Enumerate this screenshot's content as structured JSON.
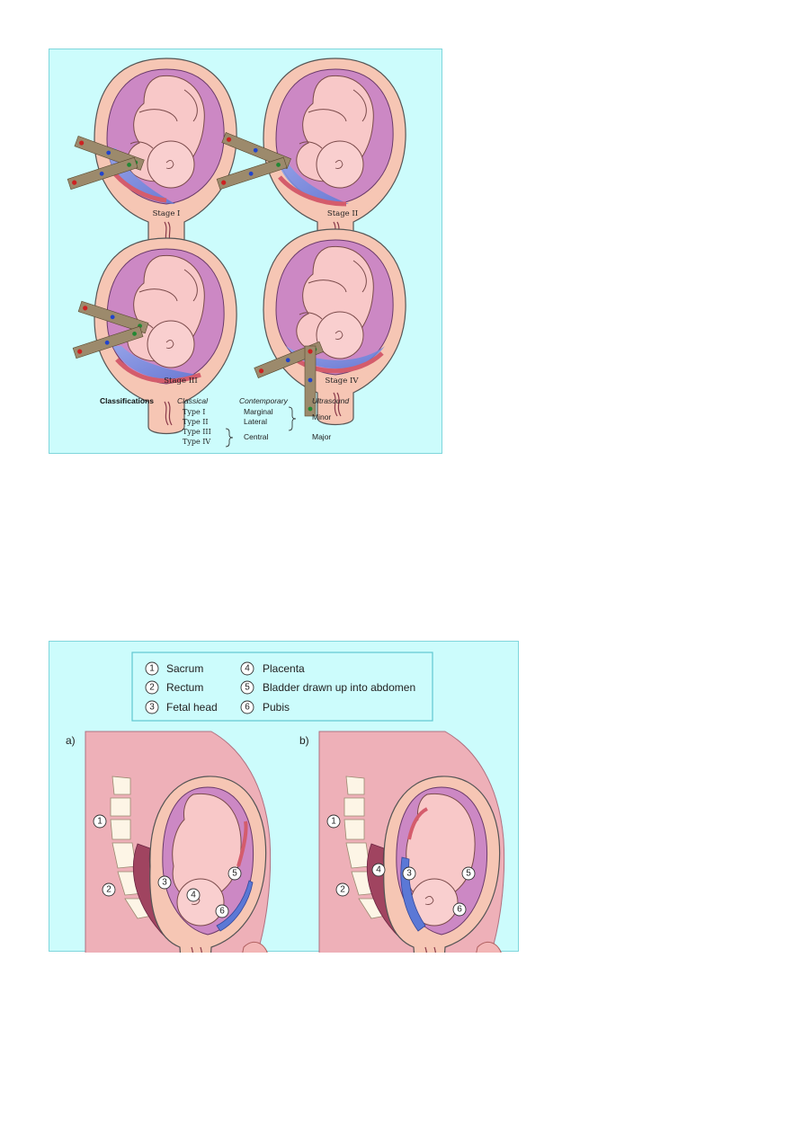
{
  "figure1": {
    "stages": [
      {
        "label": "Stage I"
      },
      {
        "label": "Stage II"
      },
      {
        "label": "Stage III"
      },
      {
        "label": "Stage IV"
      }
    ],
    "classifications": {
      "heading": "Classifications",
      "columns": [
        "Classical",
        "Contemporary",
        "Ultrasound"
      ],
      "classical": [
        "Type I",
        "Type II",
        "Type III",
        "Type IV"
      ],
      "contemporary": [
        "Marginal",
        "Lateral",
        "Central"
      ],
      "ultrasound": [
        "Minor",
        "Major"
      ]
    }
  },
  "figure2": {
    "legend": [
      {
        "num": "1",
        "label": "Sacrum"
      },
      {
        "num": "2",
        "label": "Rectum"
      },
      {
        "num": "3",
        "label": "Fetal head"
      },
      {
        "num": "4",
        "label": "Placenta"
      },
      {
        "num": "5",
        "label": "Bladder drawn up into abdomen"
      },
      {
        "num": "6",
        "label": "Pubis"
      }
    ],
    "panel_a": "a)",
    "panel_b": "b)"
  },
  "colors": {
    "panel_bg": "#ccfcfc",
    "panel_border": "#7fd6dc",
    "uterus": "#f6c6b4",
    "uterus_outline": "#555555",
    "amniotic": "#cc88c4",
    "fetus": "#f8c8c8",
    "placenta": "#d45c6c",
    "blood": "#6688dd",
    "body": "#eeb0b8",
    "bone": "#fdf5e6",
    "rectum": "#a04460"
  }
}
